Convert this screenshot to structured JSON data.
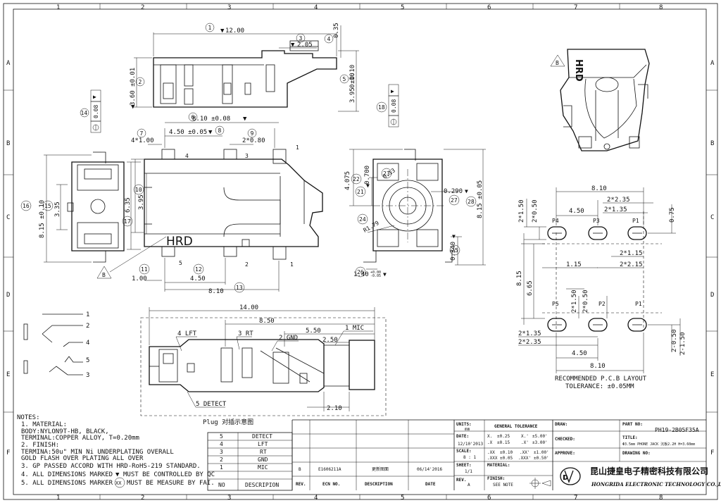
{
  "grid": {
    "columns": [
      "1",
      "2",
      "3",
      "4",
      "5",
      "6",
      "7",
      "8"
    ],
    "rows": [
      "A",
      "B",
      "C",
      "D",
      "E",
      "F"
    ]
  },
  "top_view": {
    "dims": {
      "d1": "12.00",
      "d2": "3.60 ±0.01",
      "d3": "2.05",
      "d4": "0.35",
      "d5": "0.10",
      "d5b": "3.95 ±0.10"
    },
    "balloons": [
      "1",
      "2",
      "3",
      "4",
      "5"
    ]
  },
  "side_view": {
    "hrd": "HRD",
    "dims": {
      "d6": "8.10 ±0.08",
      "d7": "4*1.00",
      "d8": "4.50 ±0.05",
      "d9": "2*0.80",
      "d10": "3.95",
      "d11": "1.00",
      "d12": "4.50",
      "d13": "8.10",
      "d14": "0.08",
      "d15": "3.35",
      "d16": "8.15 ±0.10",
      "d17": "6.35"
    },
    "pins": [
      "1",
      "2",
      "3",
      "4",
      "5"
    ],
    "balloons": [
      "6",
      "7",
      "8",
      "9",
      "10",
      "11",
      "12",
      "13",
      "14",
      "15",
      "16",
      "17"
    ],
    "b_flag": "B"
  },
  "front_view": {
    "dims": {
      "d18": "0.08",
      "d22": "4.075",
      "d21": "0.700",
      "d23": "0.13",
      "d24": "R1.79",
      "d25": "1.40",
      "d25tol_plus": "+0.00",
      "d25tol_minus": "-0.05",
      "d26": "0.340",
      "d27": "0.290",
      "d28": "8.15 ±0.05"
    },
    "balloons": [
      "18",
      "21",
      "22",
      "23",
      "24",
      "25",
      "26",
      "27",
      "28"
    ]
  },
  "iso_view": {
    "hrd": "HRD",
    "b_flag": "B"
  },
  "pcb_layout": {
    "pads_top": [
      "P4",
      "P3",
      "P1"
    ],
    "pads_bottom": [
      "P5",
      "P2",
      "P1"
    ],
    "dims": {
      "top_810": "8.10",
      "top_2235": "2*2.35",
      "top_2135": "2*1.35",
      "top_450": "4.50",
      "d_2150": "2*1.50",
      "d_2050": "2*0.50",
      "d_075": "0.75",
      "d_2115": "2*1.15",
      "d_115": "1.15",
      "d_2215": "2*2.15",
      "d_815": "8.15",
      "d_665": "6.65",
      "m_2150": "2*1.50",
      "m_2050": "2*0.50",
      "b_2135": "2*1.35",
      "b_2235": "2*2.35",
      "b_450": "4.50",
      "b_810": "8.10",
      "r_2050": "2-0.50",
      "r_2150": "2-1.50"
    },
    "caption": "RECOMMENDED P.C.B LAYOUT",
    "tolerance": "TOLERANCE: ±0.05MM"
  },
  "schematic": {
    "pins": [
      "1",
      "2",
      "4",
      "5",
      "3"
    ]
  },
  "plug_view": {
    "dims": {
      "d1400": "14.00",
      "d850": "8.50",
      "d550": "5.50",
      "d250": "2.50",
      "d210": "2.10"
    },
    "labels": [
      "4 LFT",
      "3 RT",
      "2 GND",
      "1 MIC",
      "5 DETECT"
    ],
    "title": "Plug 对插示意图"
  },
  "notes": [
    "NOTES:",
    "1. MATERIAL:",
    "   BODY:NYLON9T-HB, BLACK,",
    "   TERMINAL:COPPER ALLOY, T=0.20mm",
    "2. FINISH:",
    "   TERMINA:50u\" MIN Ni UNDERPLATING OVERALL",
    "   GOLD FLASH OVER PLATING ALL OVER",
    "3. GP PASSED ACCORD WITH HRD-RoHS-219 STANDARD.",
    "4. ALL DIMENSIONS MARKED",
    "MUST BE CONTROLLED BY QC",
    "5. ALL DIMENSIONS MARKER",
    "MUST BE MEASURE BY FAI."
  ],
  "note_xx": "XX",
  "pin_table": {
    "rows": [
      {
        "no": "5",
        "desc": "DETECT"
      },
      {
        "no": "4",
        "desc": "LFT"
      },
      {
        "no": "3",
        "desc": "RT"
      },
      {
        "no": "2",
        "desc": "GND"
      },
      {
        "no": "1",
        "desc": "MIC"
      }
    ],
    "header_no": "NO",
    "header_desc": "DESCRIPION"
  },
  "revision": {
    "rev": "B",
    "ecn": "E1606211A",
    "desc": "更新图面",
    "date": "06/14'2016",
    "headers": [
      "REV.",
      "ECN NO.",
      "DESCRIPTION",
      "DATE"
    ]
  },
  "title_block": {
    "units_label": "UNITS:",
    "units": "mm",
    "date_label": "DATE:",
    "date": "12/10'2013",
    "scale_label": "SCALE:",
    "scale": "8 : 1",
    "sheet_label": "SHEET:",
    "sheet": "1/1",
    "rev_label": "REV.",
    "rev": "A",
    "gen_tol": "GENERAL TOLERANCE",
    "tol_rows": [
      [
        "X.",
        "±0.25",
        "X.'",
        "±5.00'"
      ],
      [
        ".X",
        "±0.15",
        ".X'",
        "±3.00'"
      ],
      [
        ".XX",
        "±0.10",
        ".XX'",
        "±1.00'"
      ],
      [
        ".XXX",
        "±0.05",
        ".XXX'",
        "±0.50'"
      ]
    ],
    "material_label": "MATERIAL:",
    "finish_label": "FINISH:",
    "finish": "SEE NOTE",
    "draw_label": "DRAW:",
    "checked_label": "CHECKED:",
    "approve_label": "APPROVE:",
    "partno_label": "PART NO:",
    "partno": "PH19-2B05F35A",
    "title_label": "TITLE:",
    "title": "Φ3.5mm PHONE JACK 沉板2.2H H=3.60mm",
    "drawingno_label": "DRAWING NO:",
    "company_cn": "昆山捷皇电子精密科技有限公司",
    "company_en": "HONGRIDA ELECTRONIC TECHNOLOGY CO.,LTD."
  }
}
